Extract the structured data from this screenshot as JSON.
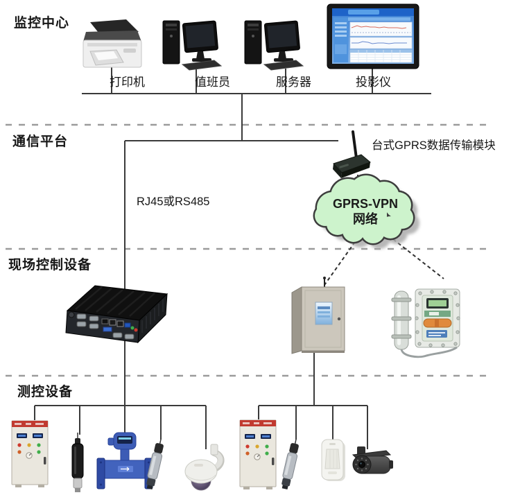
{
  "sections": [
    {
      "id": "monitoring-center",
      "label": "监控中心"
    },
    {
      "id": "communication-platform",
      "label": "通信平台"
    },
    {
      "id": "field-control",
      "label": "现场控制设备"
    },
    {
      "id": "measurement-control",
      "label": "测控设备"
    }
  ],
  "monitoring_center": {
    "devices": [
      {
        "icon": "printer-icon",
        "label": "打印机"
      },
      {
        "icon": "operator-workstation-icon",
        "label": "值班员"
      },
      {
        "icon": "server-workstation-icon",
        "label": "服务器"
      },
      {
        "icon": "projector-display-icon",
        "label": "投影仪"
      }
    ]
  },
  "communication_platform": {
    "gprs_module_label": "台式GPRS数据传输模块",
    "wired_link_label": "RJ45或RS485",
    "cloud": {
      "line1": "GPRS-VPN",
      "line2": "网络"
    }
  },
  "field_control": {
    "devices": [
      {
        "icon": "industrial-pc-icon"
      },
      {
        "icon": "rtu-cabinet-icon"
      },
      {
        "icon": "wireless-rtu-icon"
      }
    ]
  },
  "measurement_control": {
    "devices": [
      {
        "icon": "control-cabinet-1-icon"
      },
      {
        "icon": "water-quality-sensor-1-icon"
      },
      {
        "icon": "electromagnetic-flowmeter-icon"
      },
      {
        "icon": "water-quality-sensor-2-icon"
      },
      {
        "icon": "ptz-dome-camera-icon"
      },
      {
        "icon": "control-cabinet-2-icon"
      },
      {
        "icon": "water-quality-sensor-3-icon"
      },
      {
        "icon": "pir-motion-detector-icon"
      },
      {
        "icon": "bullet-camera-icon"
      }
    ]
  },
  "colors": {
    "line": "#3a3a3a",
    "divider": "#9b9b9b",
    "cloud_fill": "#cdf3cc",
    "cabinet_red": "#c13a30",
    "flowmeter_blue": "#3d5cb5",
    "screen_blue": "#3a7fd4"
  }
}
